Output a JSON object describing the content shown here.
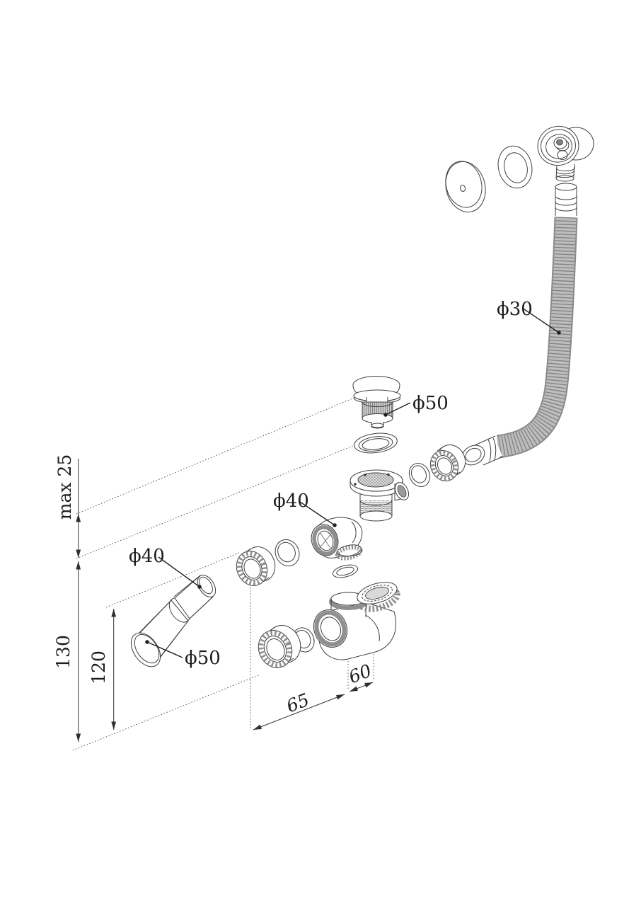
{
  "diagram": {
    "type": "technical-exploded-view",
    "subject": "bathtub-drain-waste-and-overflow-assembly",
    "background": "#ffffff",
    "line_color": "#3f3f3f",
    "hose_color": "#b5b5b5",
    "part_labels": {
      "hose_diameter": "ϕ30",
      "plug_diameter": "ϕ50",
      "elbow_diameter": "ϕ40",
      "pipe_top_diameter": "ϕ40",
      "pipe_bottom_diameter": "ϕ50"
    },
    "dimensions": {
      "tub_wall_max": "max 25",
      "overall_height": "130",
      "pipe_height": "120",
      "trap_length": "65",
      "outlet_offset": "60"
    }
  }
}
